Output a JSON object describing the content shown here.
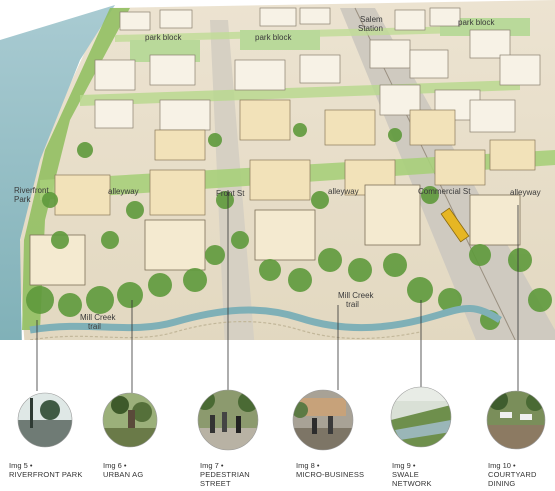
{
  "labels": {
    "park_block_1": "park block",
    "park_block_2": "park block",
    "park_block_3": "park block",
    "salem_station": "Salem\nStation",
    "riverfront_park": "Riverfront\nPark",
    "alleyway_1": "alleyway",
    "front_st": "Front St",
    "alleyway_2": "alleyway",
    "commercial_st": "Commercial St",
    "alleyway_3": "alleyway",
    "mill_creek_trail_1": "Mill Creek\ntrail",
    "mill_creek_trail_2": "Mill Creek\ntrail"
  },
  "captions": [
    {
      "img": "Img 5 •",
      "name": "RIVERFRONT PARK"
    },
    {
      "img": "Img 6 •",
      "name": "URBAN AG"
    },
    {
      "img": "Img 7 •",
      "name": "PEDESTRIAN STREET"
    },
    {
      "img": "Img 8 •",
      "name": "MICRO-BUSINESS"
    },
    {
      "img": "Img 9 •",
      "name": "SWALE NETWORK"
    },
    {
      "img": "Img 10 •",
      "name": "COURTYARD DINING"
    }
  ],
  "colors": {
    "river": "#8fb9c4",
    "trees": "#5f9a3c",
    "buildings": "#f2e6c4",
    "street": "#cfcac0",
    "creek": "#7fb0b7"
  }
}
